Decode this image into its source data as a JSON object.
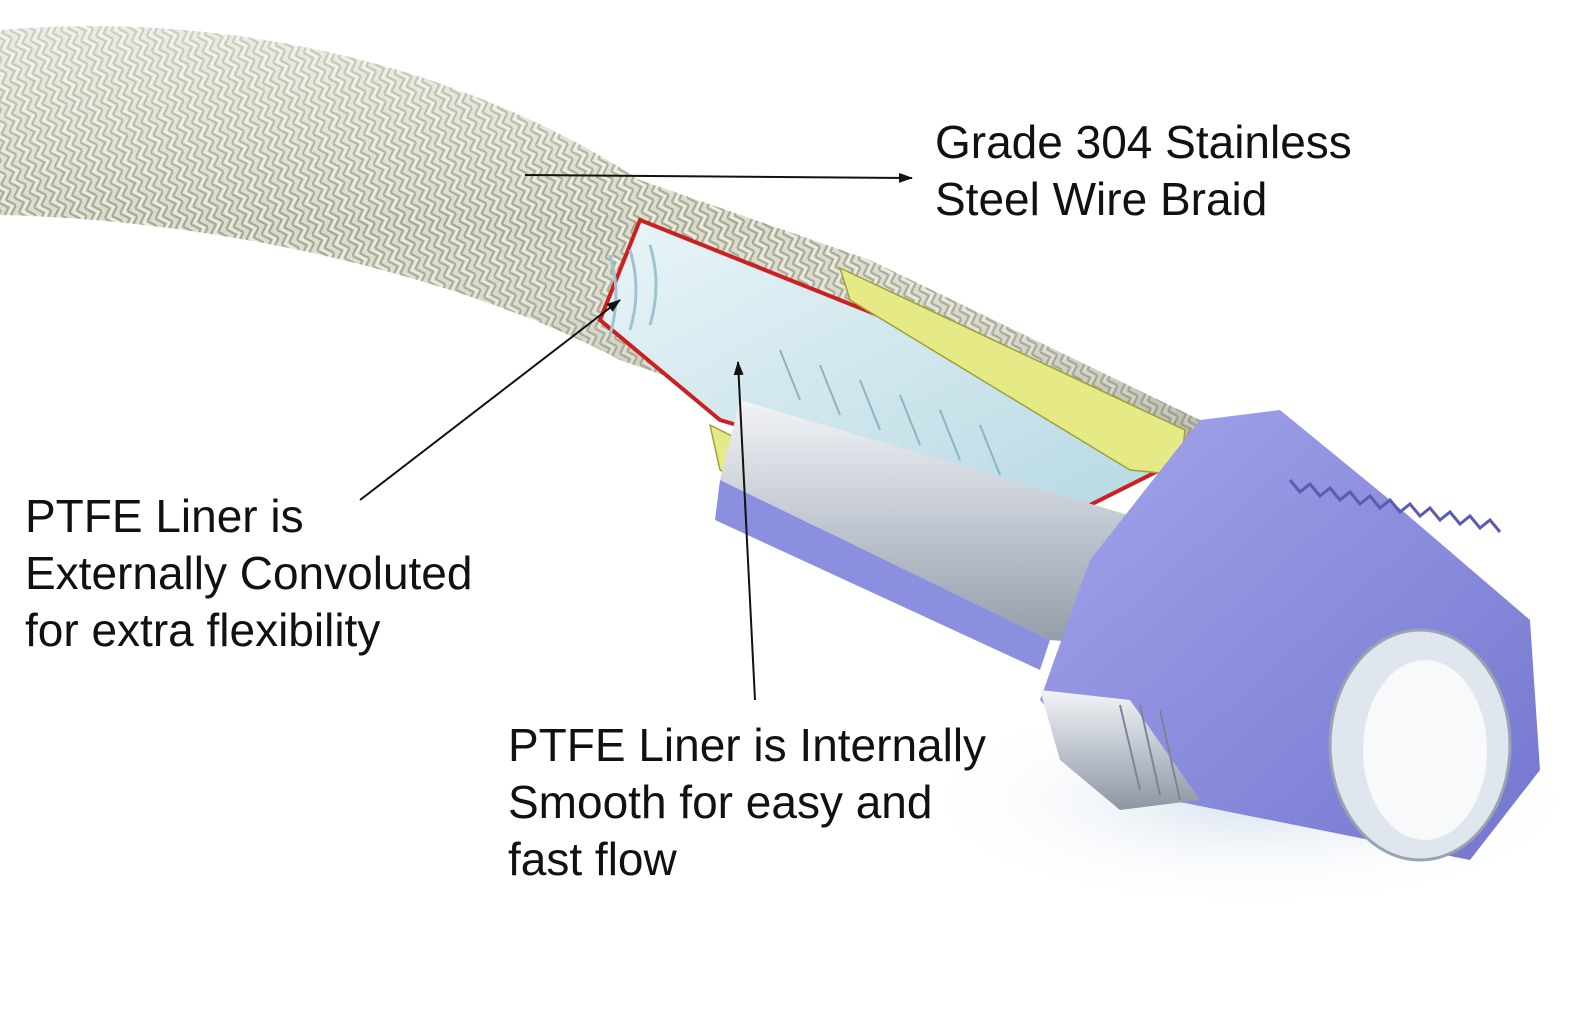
{
  "callouts": {
    "braid": {
      "lines": [
        "Grade 304 Stainless",
        "Steel Wire Braid"
      ]
    },
    "external": {
      "lines": [
        "PTFE Liner is",
        "Externally Convoluted",
        "for extra flexibility"
      ]
    },
    "internal": {
      "lines": [
        "PTFE Liner is Internally",
        "Smooth for easy and",
        "fast flow"
      ]
    }
  },
  "colors": {
    "braid_light": "#e4e4d6",
    "braid_dark": "#9a9a88",
    "liner_red": "#cc1f1f",
    "liner_inner": "#cfe8ef",
    "ferrule_yellow": "#e6ea86",
    "nut_purple": "#8c8ee0",
    "fitting_silver": "#c7ccd6",
    "leader_line": "#111111"
  }
}
